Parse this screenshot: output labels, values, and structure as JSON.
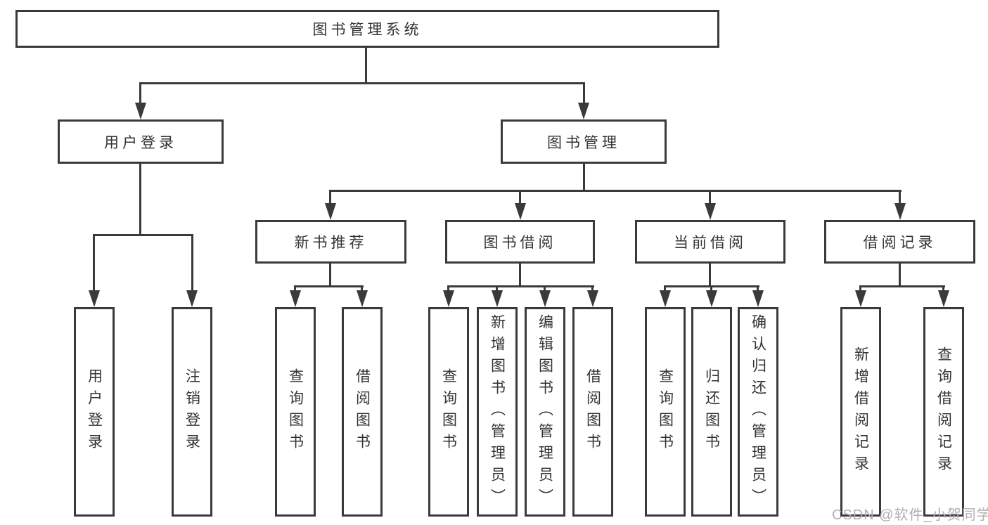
{
  "tree": {
    "label": "图书管理系统",
    "children": [
      {
        "label": "用户登录",
        "children": [
          {
            "label": "用户登录"
          },
          {
            "label": "注销登录"
          }
        ]
      },
      {
        "label": "图书管理",
        "children": [
          {
            "label": "新书推荐",
            "children": [
              {
                "label": "查询图书"
              },
              {
                "label": "借阅图书"
              }
            ]
          },
          {
            "label": "图书借阅",
            "children": [
              {
                "label": "查询图书"
              },
              {
                "label": "新增图书（管理员）"
              },
              {
                "label": "编辑图书（管理员）"
              },
              {
                "label": "借阅图书"
              }
            ]
          },
          {
            "label": "当前借阅",
            "children": [
              {
                "label": "查询图书"
              },
              {
                "label": "归还图书"
              },
              {
                "label": "确认归还（管理员）"
              }
            ]
          },
          {
            "label": "借阅记录",
            "children": [
              {
                "label": "新增借阅记录"
              },
              {
                "label": "查询借阅记录"
              }
            ]
          }
        ]
      }
    ]
  },
  "watermark": "CSDN @软件_小贺同学",
  "colors": {
    "line": "#3a3a3a",
    "text": "#333333",
    "watermark": "#b0b0b0",
    "background": "#ffffff"
  }
}
